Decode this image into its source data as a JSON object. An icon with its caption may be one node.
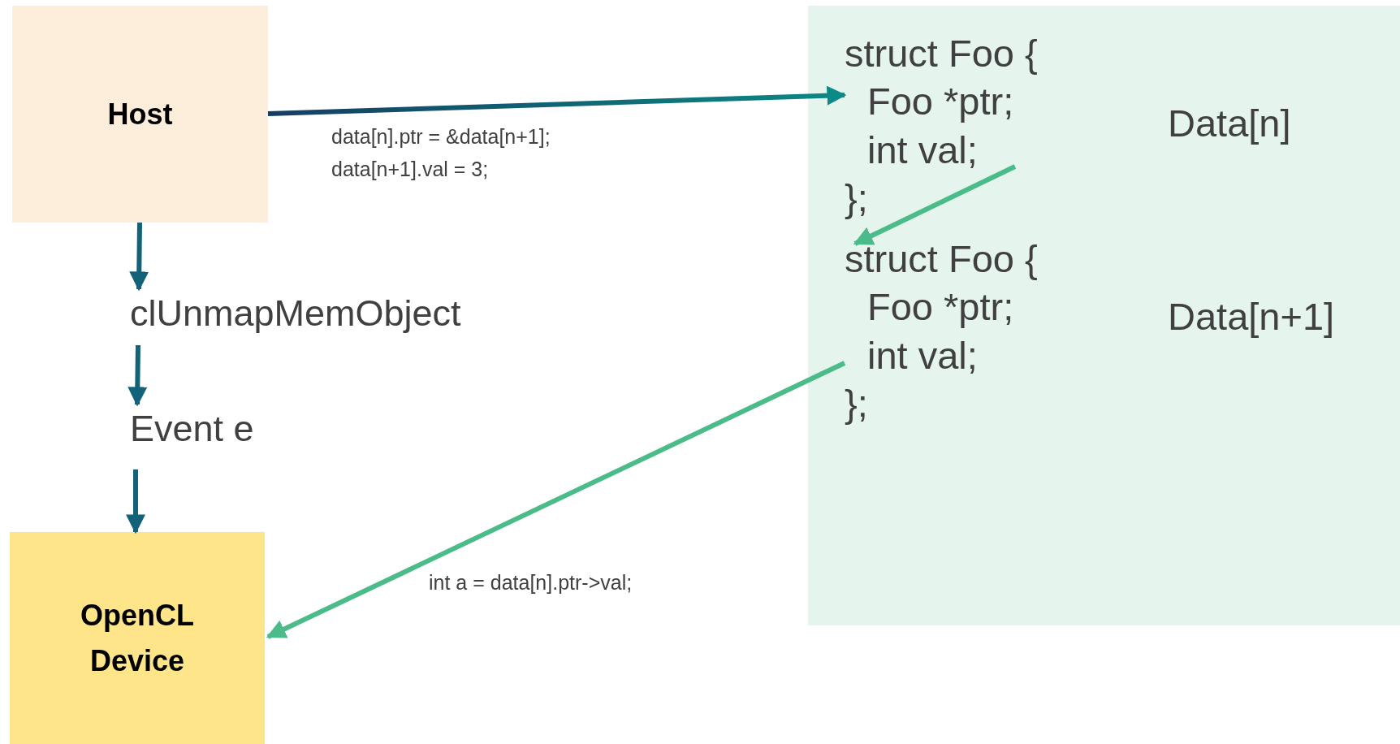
{
  "diagram": {
    "nodes": [
      {
        "text": [
          "Host"
        ]
      },
      {
        "text": [
          "clUnmapMemObject"
        ]
      },
      {
        "text": [
          "Event e"
        ]
      },
      {
        "text": [
          "OpenCL Device"
        ]
      },
      {
        "text": [],
        "shape": "box"
      },
      {
        "text": [
          "struct Foo {",
          "Foo *ptr;",
          "int val;",
          "};",
          "Data[n]"
        ],
        "in": 4
      },
      {
        "text": [
          "struct Foo {",
          "Foo *ptr;",
          "int val;",
          "};",
          "Data[n+1]"
        ],
        "in": 4
      }
    ],
    "edges": [
      {
        "from": 0,
        "to": 5,
        "arrow": "to",
        "label": "data[n].ptr = &data[n+1]; data[n+1].val = 3;"
      },
      {
        "from": 5,
        "to": 6,
        "arrow": "to",
        "color": "#4cbb8a"
      },
      {
        "from": 6,
        "to": 3,
        "arrow": "to",
        "label": "int a = data[n].ptr->val;",
        "color": "#4cbb8a"
      },
      {
        "from": 0,
        "to": 1,
        "arrow": "to"
      },
      {
        "from": 1,
        "to": 2,
        "arrow": "to"
      },
      {
        "from": 2,
        "to": 3,
        "arrow": "to"
      }
    ]
  }
}
